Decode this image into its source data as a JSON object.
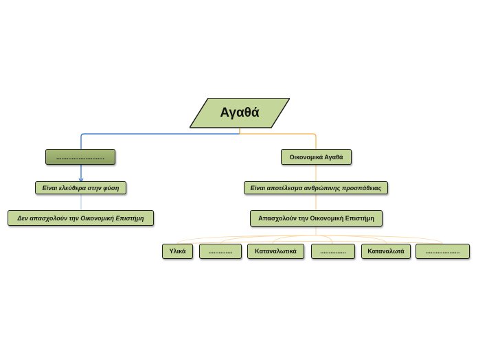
{
  "diagram": {
    "root": {
      "label": "Αγαθά"
    },
    "left_branch": {
      "head": "............................",
      "level1": "Είναι ελεύθερα στην φύση",
      "level2": "Δεν απασχολούν την Οικονομική Επιστήμη",
      "color": "#1f64c8"
    },
    "right_branch": {
      "head": "Οικονομικά Αγαθά",
      "level1": "Είναι αποτέλεσμα  ανθρώπινης προσπάθειας",
      "level2": "Απασχολούν την Οικονομική Επιστήμη",
      "color": "#f5b041",
      "leaves": [
        "Υλικά",
        "..............",
        "Καταναλωτικά",
        "...............",
        "Καταναλωτά",
        "...................."
      ]
    },
    "colors": {
      "node_fill": "#c5d69b",
      "node_border": "#1b1b1b",
      "left_connector": "#1f64c8",
      "right_connector": "#f5b041",
      "leaf_connector": "#fad7a0"
    }
  }
}
